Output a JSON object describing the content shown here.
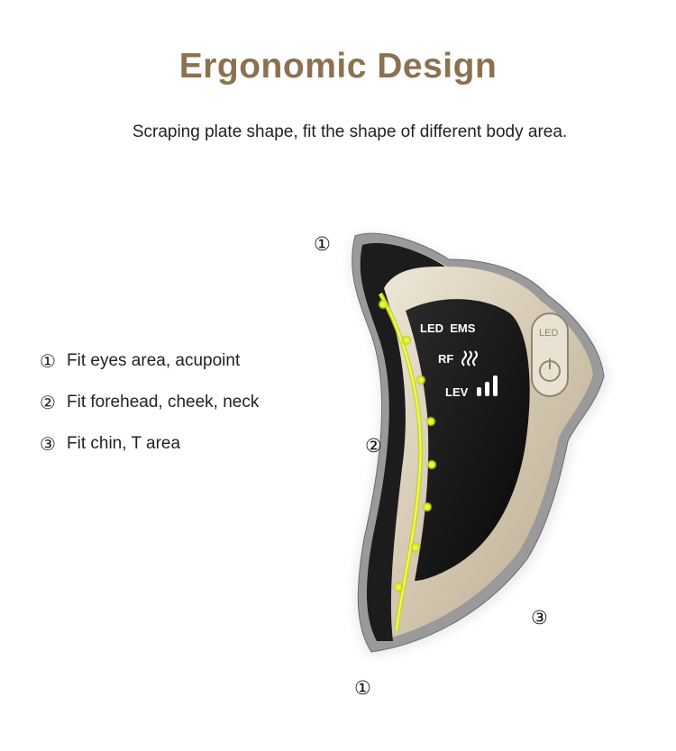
{
  "title": "Ergonomic Design",
  "subtitle": "Scraping plate shape, fit the shape of different body area.",
  "features": [
    {
      "num": "①",
      "label": "Fit eyes area, acupoint"
    },
    {
      "num": "②",
      "label": "Fit forehead, cheek, neck"
    },
    {
      "num": "③",
      "label": "Fit chin, T area"
    }
  ],
  "device": {
    "screen_row1": "LED  EMS",
    "screen_rf": "RF",
    "screen_lev": "LEV",
    "button_label": "LED"
  },
  "markers": {
    "top": "①",
    "middle": "②",
    "right": "③",
    "bottom": "①"
  },
  "colors": {
    "title": "#8c7151",
    "body_gold": "#d9cdb8",
    "screen": "#141414",
    "led": "#e6f21a"
  }
}
